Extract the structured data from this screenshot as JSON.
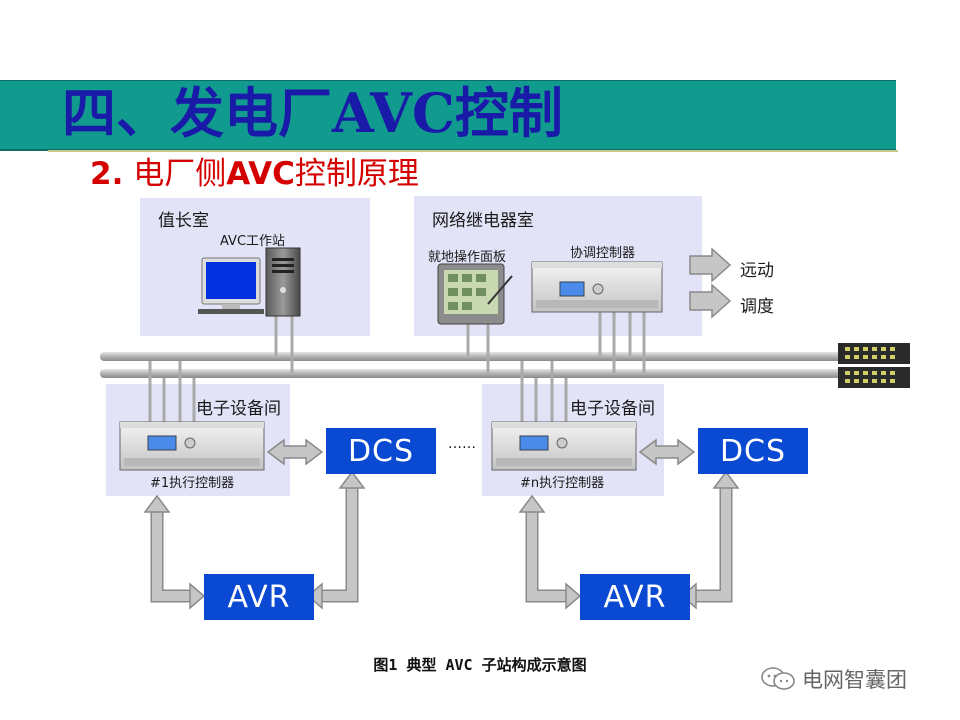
{
  "title": "四、发电厂AVC控制",
  "subtitle_num": "2.",
  "subtitle_pre": " 电厂侧",
  "subtitle_avc": "AVC",
  "subtitle_post": "控制原理",
  "rooms": {
    "duty_room": "值长室",
    "workstation": "AVC工作站",
    "relay_room": "网络继电器室",
    "local_panel": "就地操作面板",
    "coord_ctrl": "协调控制器",
    "telecontrol": "远动",
    "dispatch": "调度",
    "equip_room_1": "电子设备间",
    "equip_room_n": "电子设备间",
    "exec_1": "#1执行控制器",
    "exec_n": "#n执行控制器"
  },
  "boxes": {
    "dcs_1": "DCS",
    "dcs_n": "DCS",
    "avr_1": "AVR",
    "avr_n": "AVR"
  },
  "ellipsis": "……",
  "caption": "图1  典型 AVC 子站构成示意图",
  "watermark": "电网智囊团",
  "colors": {
    "title_bar": "#119a8e",
    "title_text": "#1a1aa8",
    "subtitle": "#d40000",
    "panel": "#e3e3f8",
    "box": "#0a49d2"
  }
}
